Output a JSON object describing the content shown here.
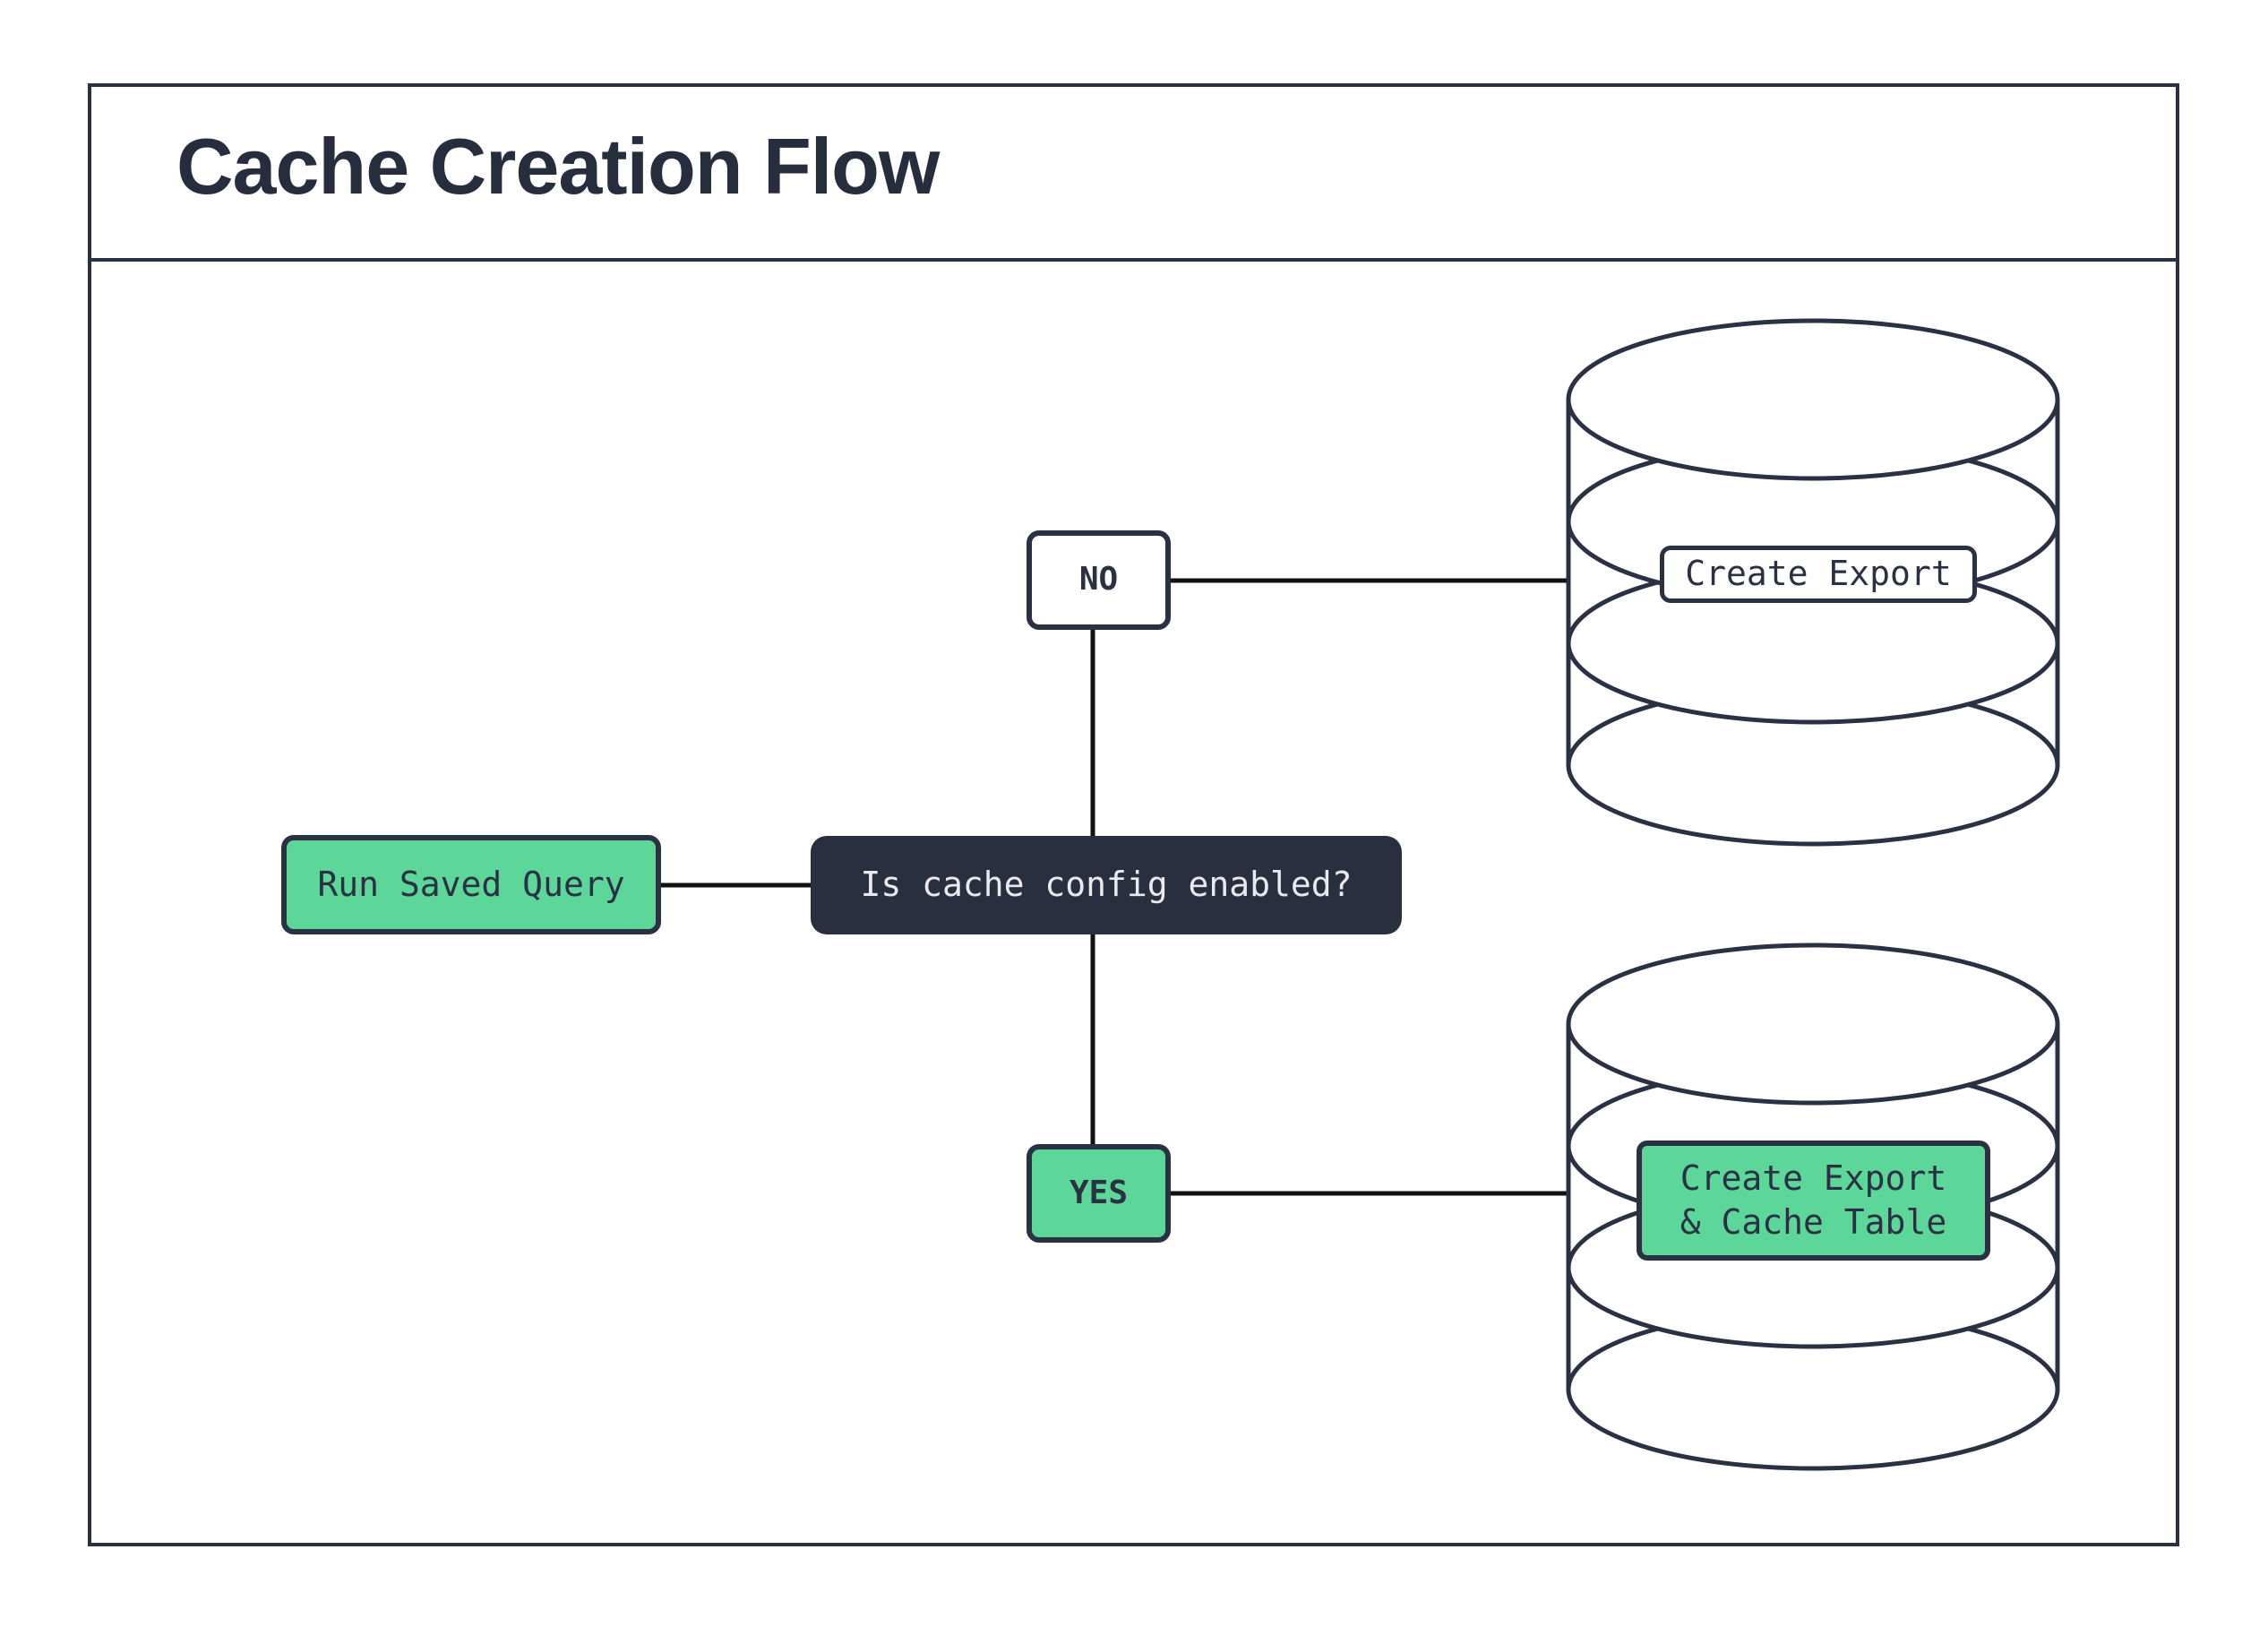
{
  "title": "Cache Creation Flow",
  "colors": {
    "accent_green": "#5dd69a",
    "dark_navy": "#2a3142",
    "decision_fill": "#292f3f",
    "edge_black": "#111111",
    "background": "#ffffff"
  },
  "nodes": {
    "start": {
      "label": "Run Saved Query"
    },
    "decision": {
      "label": "Is cache config enabled?"
    },
    "no": {
      "label": "NO"
    },
    "yes": {
      "label": "YES"
    },
    "export": {
      "label": "Create Export"
    },
    "export_cache": {
      "lines": [
        "Create Export",
        "& Cache Table"
      ]
    }
  }
}
